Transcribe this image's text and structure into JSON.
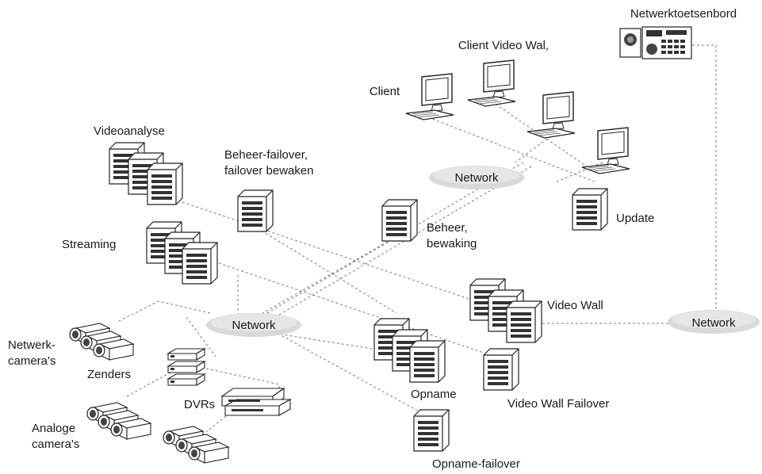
{
  "labels": {
    "netwerktoetsenbord": "Netwerktoetsenbord",
    "client_video_wal": "Client Video Wal,",
    "client": "Client",
    "videoanalyse": "Videoanalyse",
    "beheer_failover_1": "Beheer-failover,",
    "beheer_failover_2": "failover bewaken",
    "network_top": "Network",
    "beheer_1": "Beheer,",
    "beheer_2": "bewaking",
    "update": "Update",
    "streaming": "Streaming",
    "video_wall": "Video Wall",
    "network_left": "Network",
    "network_right": "Network",
    "netwerk_cam_1": "Netwerk-",
    "netwerk_cam_2": "camera's",
    "zenders": "Zenders",
    "dvrs": "DVRs",
    "analoge_1": "Analoge",
    "analoge_2": "camera's",
    "opname": "Opname",
    "video_wall_failover": "Video Wall Failover",
    "opname_failover": "Opname-failover"
  },
  "colors": {
    "line": "#7a7a7a",
    "cloud": "#d9d9d9",
    "device_fill": "#ffffff",
    "device_stroke": "#222222"
  }
}
